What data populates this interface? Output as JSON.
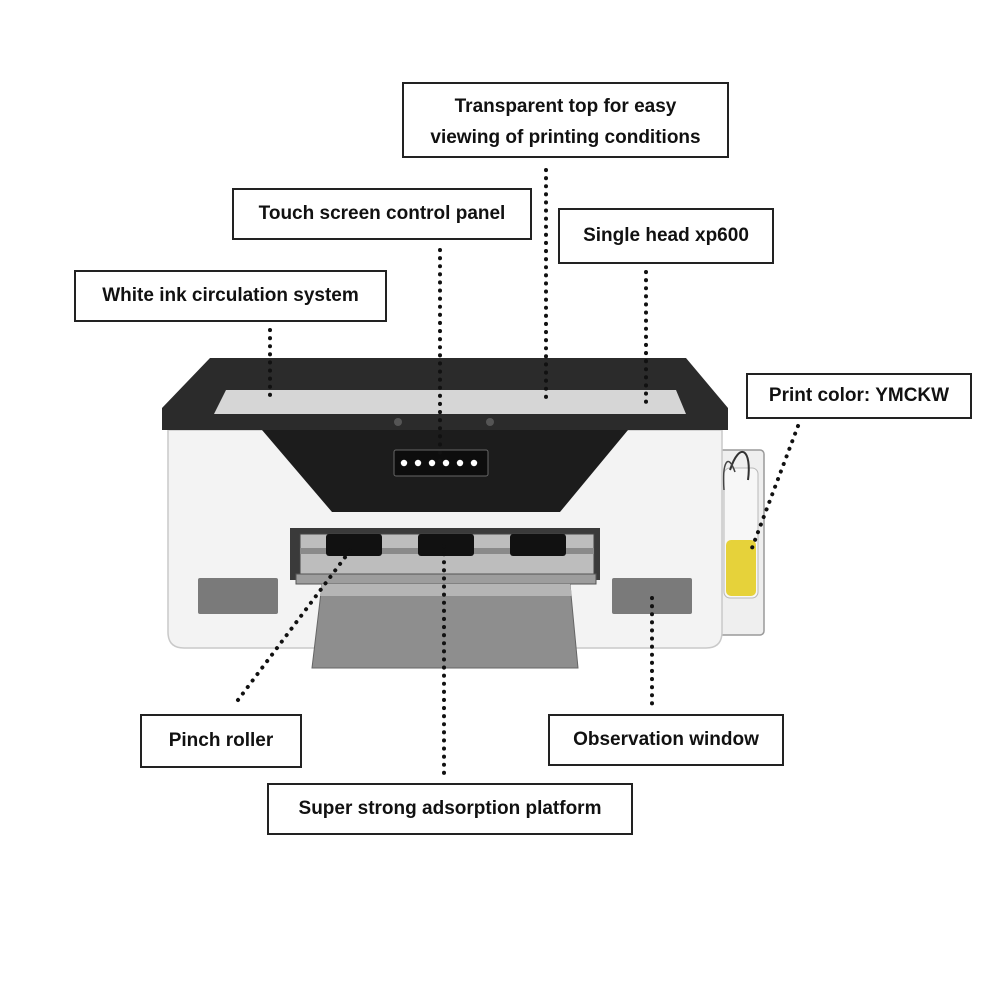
{
  "callouts": {
    "transparent_top_line1": "Transparent top for easy",
    "transparent_top_line2": "viewing of printing conditions",
    "touch_screen": "Touch screen control panel",
    "single_head": "Single head xp600",
    "white_ink": "White ink circulation system",
    "print_color": "Print color: YMCKW",
    "pinch_roller": "Pinch roller",
    "observation_window": "Observation window",
    "adsorption_platform": "Super strong adsorption platform"
  },
  "colors": {
    "printer_body": "#f3f3f3",
    "printer_top": "#2b2b2b",
    "lid_glass": "#d6d6d6",
    "panel_dark": "#1c1c1c",
    "window_gray": "#7a7a7a",
    "platform_gray": "#8e8e8e",
    "ink_yellow": "#e6d23a",
    "dot_color": "#111111"
  }
}
